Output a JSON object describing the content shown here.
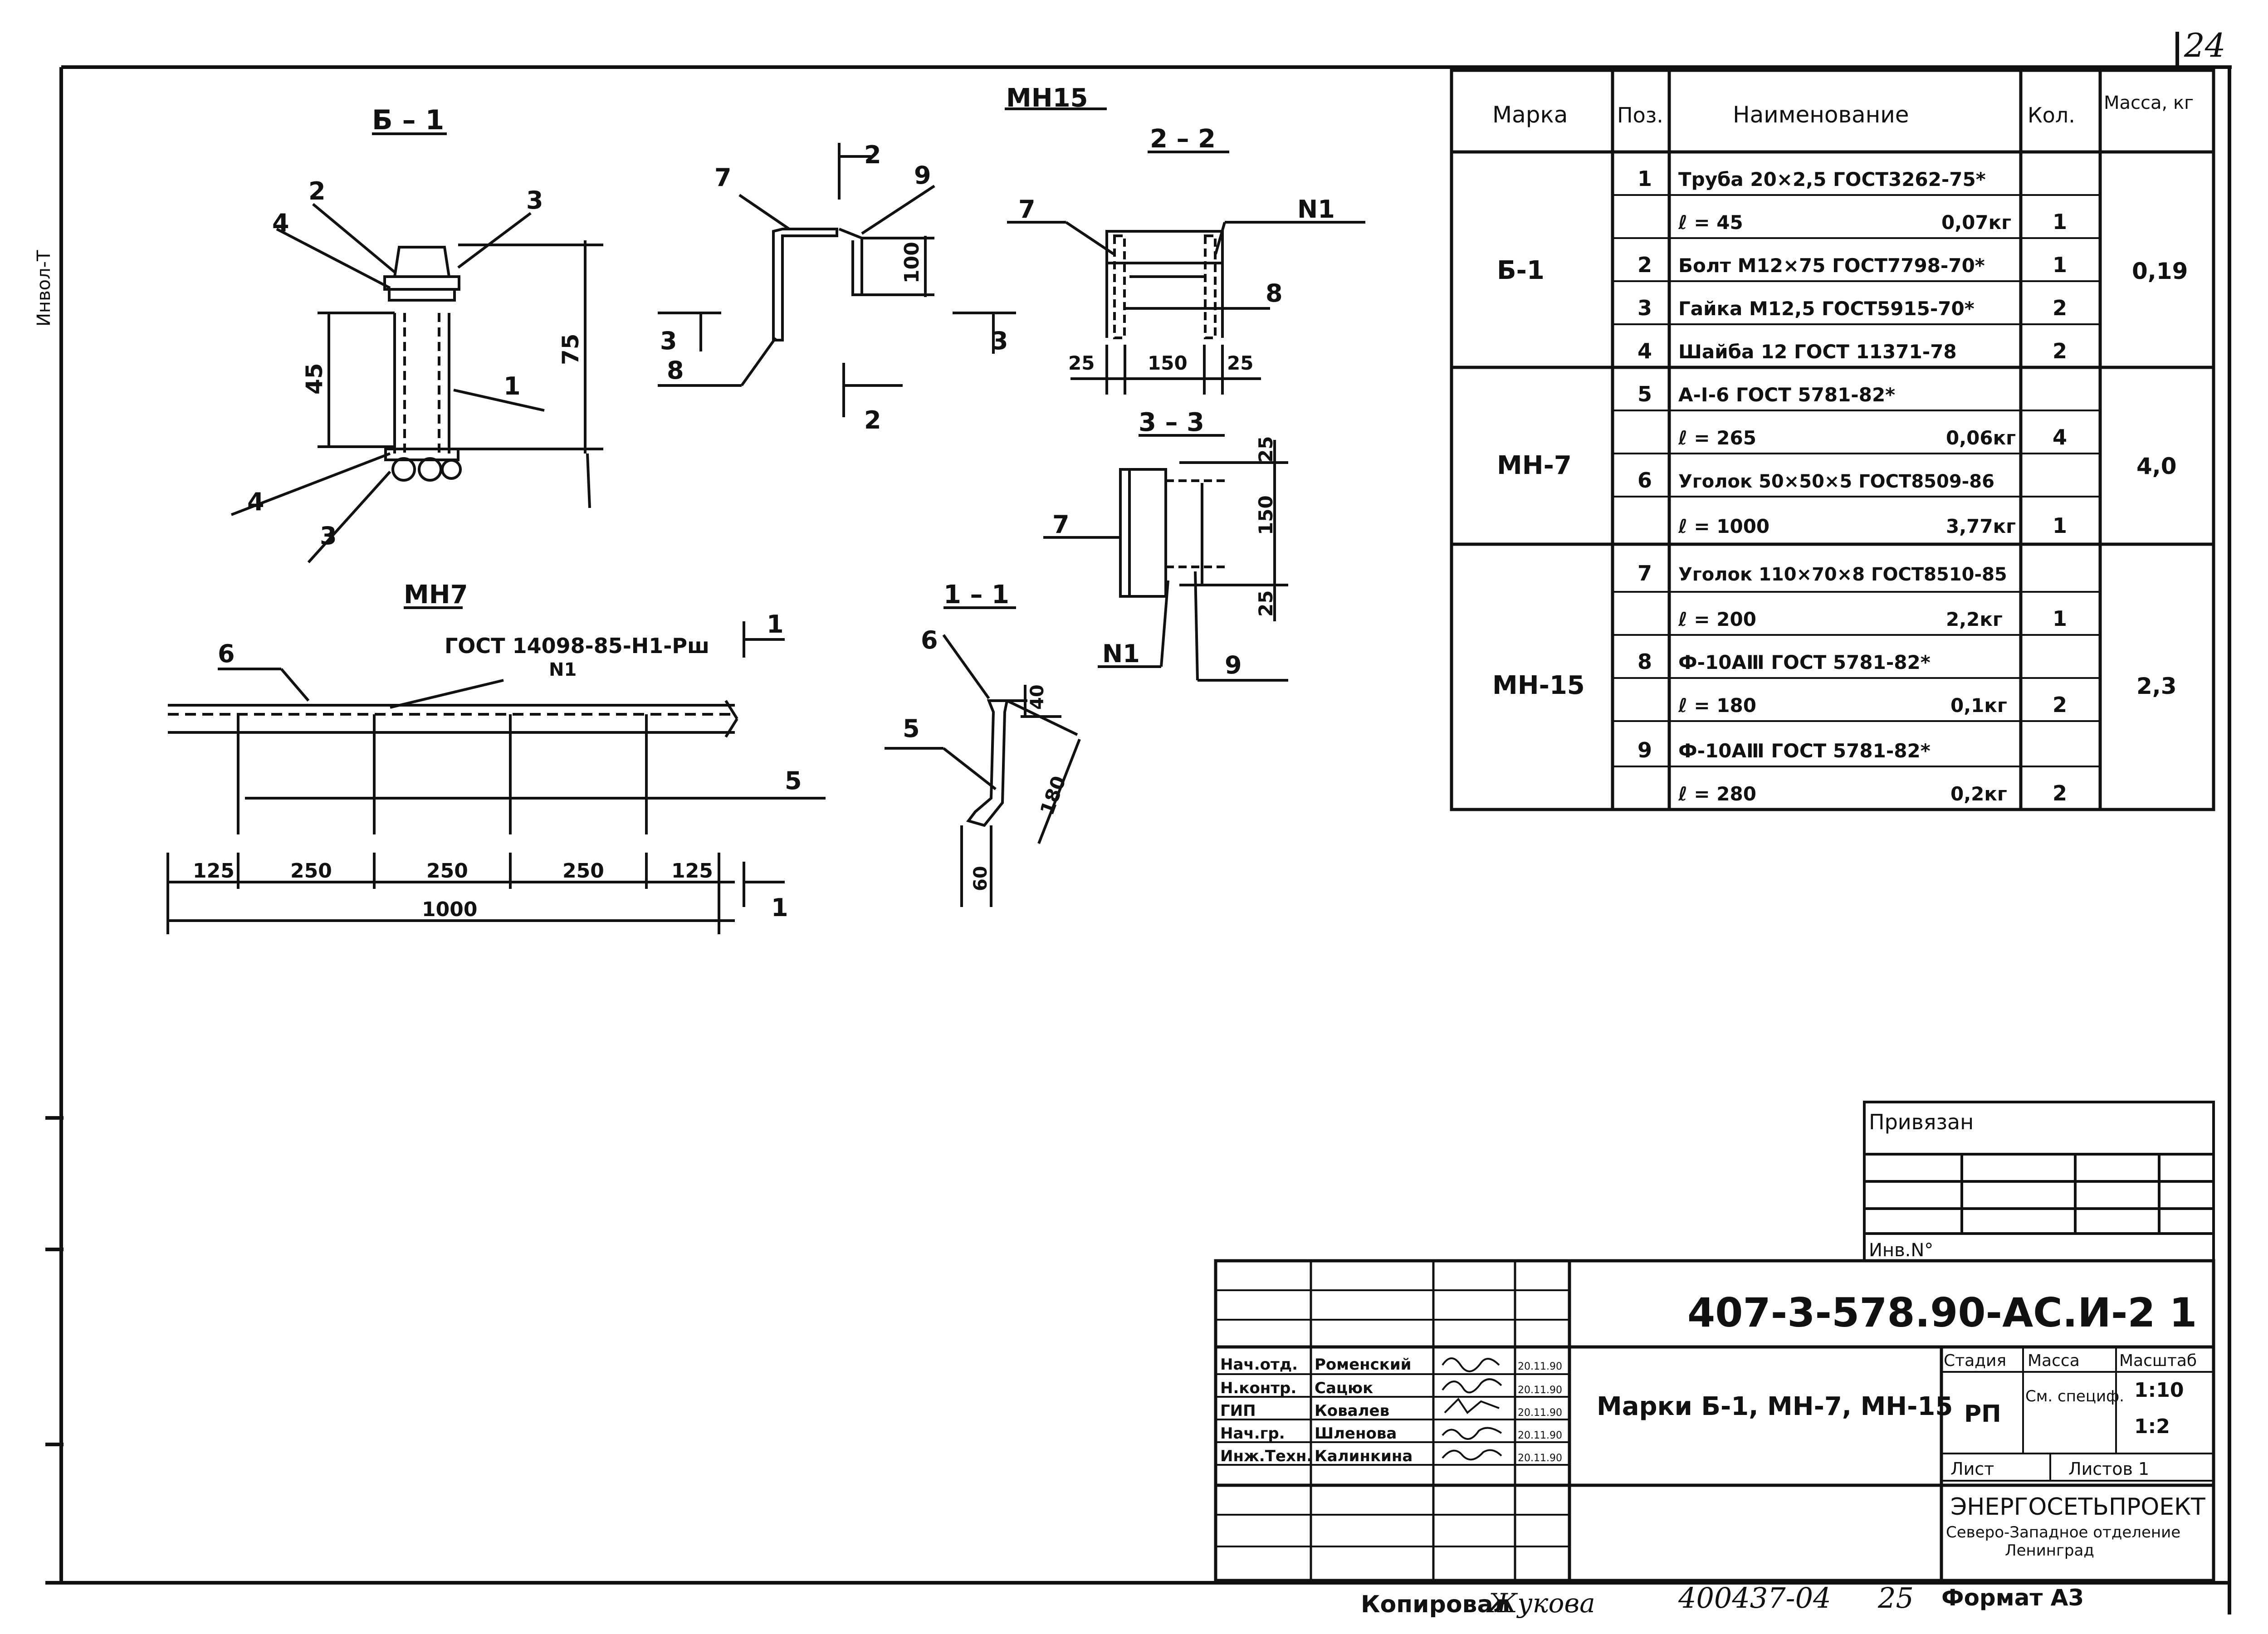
{
  "sheet": {
    "page_number": "24",
    "side_code": "Инвол-Т"
  },
  "drawings": {
    "b1": {
      "title": "Б – 1",
      "pos2": "2",
      "pos3a": "3",
      "pos4a": "4",
      "pos1": "1",
      "pos4b": "4",
      "pos3b": "3",
      "dim45": "45",
      "dim75": "75"
    },
    "mn15": {
      "title": "МН15",
      "pos7": "7",
      "pos9": "9",
      "pos8": "8",
      "dim100": "100",
      "cut2a": "2",
      "cut2b": "2",
      "cut3a": "3",
      "cut3b": "3"
    },
    "s22": {
      "title": "2 – 2",
      "pos7": "7",
      "posN1": "N1",
      "pos8": "8",
      "dim25a": "25",
      "dim150": "150",
      "dim25b": "25"
    },
    "s33": {
      "title": "3 – 3",
      "pos7": "7",
      "posN1": "N1",
      "pos9": "9",
      "dim25a": "25",
      "dim150": "150",
      "dim25b": "25"
    },
    "mn7": {
      "title": "МН7",
      "pos6": "6",
      "pos5": "5",
      "gost": "ГОСТ 14098-85-Н1-Рш",
      "gost_sub": "N1",
      "cut1a": "1",
      "cut1b": "1",
      "dims": [
        "125",
        "250",
        "250",
        "250",
        "125"
      ],
      "total": "1000"
    },
    "s11": {
      "title": "1 – 1",
      "pos6": "6",
      "pos5": "5",
      "dim40": "40",
      "dim180": "180",
      "dim60": "60"
    }
  },
  "spec": {
    "headers": [
      "Марка",
      "Поз.",
      "Наименование",
      "Кол.",
      "Масса, кг"
    ],
    "rows": [
      {
        "mark": "",
        "pos": "1",
        "name": "Труба 20×2,5 ГОСТ3262-75*",
        "qty": ""
      },
      {
        "mark": "Б-1",
        "pos": "",
        "name": "ℓ = 45",
        "sub": "0,07кг",
        "qty": "1",
        "mass": "0,19"
      },
      {
        "mark": "",
        "pos": "2",
        "name": "Болт М12×75 ГОСТ7798-70*",
        "qty": "1"
      },
      {
        "mark": "",
        "pos": "3",
        "name": "Гайка М12,5 ГОСТ5915-70*",
        "qty": "2"
      },
      {
        "mark": "",
        "pos": "4",
        "name": "Шайба 12 ГОСТ 11371-78",
        "qty": "2"
      },
      {
        "mark": "",
        "pos": "5",
        "name": "А-I-6 ГОСТ 5781-82*",
        "qty": ""
      },
      {
        "mark": "МН-7",
        "pos": "",
        "name": "ℓ = 265",
        "sub": "0,06кг",
        "qty": "4",
        "mass": "4,0"
      },
      {
        "mark": "",
        "pos": "6",
        "name": "Уголок 50×50×5 ГОСТ8509-86",
        "qty": ""
      },
      {
        "mark": "",
        "pos": "",
        "name": "ℓ = 1000",
        "sub": "3,77кг",
        "qty": "1"
      },
      {
        "mark": "",
        "pos": "7",
        "name": "Уголок 110×70×8 ГОСТ8510-85",
        "qty": ""
      },
      {
        "mark": "",
        "pos": "",
        "name": "ℓ = 200",
        "sub": "2,2кг",
        "qty": "1"
      },
      {
        "mark": "",
        "pos": "8",
        "name": "Ф-10АⅢ ГОСТ 5781-82*",
        "qty": ""
      },
      {
        "mark": "МН-15",
        "pos": "",
        "name": "ℓ = 180",
        "sub": "0,1кг",
        "qty": "2",
        "mass": "2,3"
      },
      {
        "mark": "",
        "pos": "9",
        "name": "Ф-10АⅢ ГОСТ 5781-82*",
        "qty": ""
      },
      {
        "mark": "",
        "pos": "",
        "name": "ℓ = 280",
        "sub": "0,2кг",
        "qty": "2"
      }
    ]
  },
  "stamp": {
    "privyazan": "Привязан",
    "inv": "Инв.N°",
    "code": "407-3-578.90-АС.И-2 1",
    "title": "Марки Б-1, МН-7, МН-15",
    "stadia_label": "Стадия",
    "massa_label": "Масса",
    "masshtab_label": "Масштаб",
    "stadia": "РП",
    "massa": "См. специф.",
    "masshtab1": "1:10",
    "masshtab2": "1:2",
    "list_label": "Лист",
    "listov_label": "Листов 1",
    "org1": "ЭНЕРГОСЕТЬПРОЕКТ",
    "org2": "Северо-Западное отделение",
    "org3": "Ленинград",
    "people": [
      {
        "role": "Нач.отд.",
        "name": "Роменский",
        "date": "20.11.90"
      },
      {
        "role": "Н.контр.",
        "name": "Сацюк",
        "date": "20.11.90"
      },
      {
        "role": "ГИП",
        "name": "Ковалев",
        "date": "20.11.90"
      },
      {
        "role": "Нач.гр.",
        "name": "Шленова",
        "date": "20.11.90"
      },
      {
        "role": "Инж.Техн.",
        "name": "Калинкина",
        "date": "20.11.90"
      }
    ]
  },
  "footer": {
    "copied": "Копировал",
    "copier": "Жукова",
    "number": "400437-04",
    "sheet": "25",
    "format": "Формат А3"
  }
}
